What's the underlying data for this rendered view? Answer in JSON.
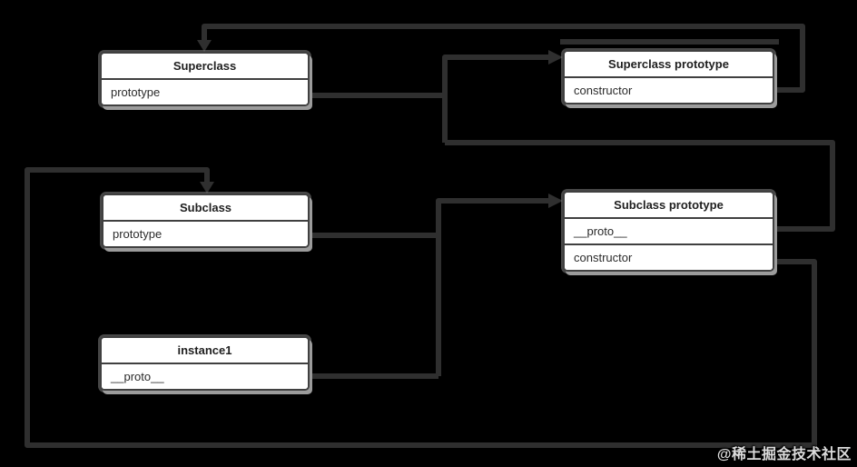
{
  "diagram": {
    "background_color": "#000000",
    "line_color": "#2f2f2f",
    "box_background": "#ffffff",
    "box_border_color": "#404040",
    "box_shadow_color": "#9b9b9b",
    "nodes": [
      {
        "id": "superclass",
        "title": "Superclass",
        "rows": [
          "prototype"
        ]
      },
      {
        "id": "superclass-prototype",
        "title": "Superclass prototype",
        "rows": [
          "constructor"
        ]
      },
      {
        "id": "subclass",
        "title": "Subclass",
        "rows": [
          "prototype"
        ]
      },
      {
        "id": "subclass-prototype",
        "title": "Subclass prototype",
        "rows": [
          "__proto__",
          "constructor"
        ]
      },
      {
        "id": "instance1",
        "title": "instance1",
        "rows": [
          "__proto__"
        ]
      }
    ],
    "edges": [
      {
        "from": "Superclass.prototype",
        "to": "Superclass prototype"
      },
      {
        "from": "Subclass prototype.__proto__",
        "to": "Superclass prototype"
      },
      {
        "from": "Superclass prototype.constructor",
        "to": "Superclass"
      },
      {
        "from": "Subclass.prototype",
        "to": "Subclass prototype"
      },
      {
        "from": "instance1.__proto__",
        "to": "Subclass prototype"
      },
      {
        "from": "Subclass prototype.constructor",
        "to": "Subclass"
      }
    ]
  },
  "watermark": {
    "text": "@稀土掘金技术社区"
  }
}
